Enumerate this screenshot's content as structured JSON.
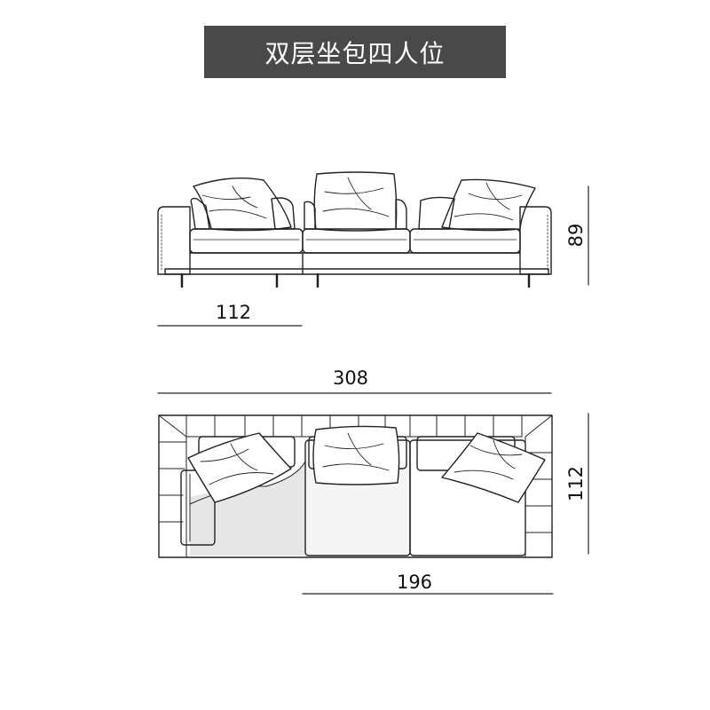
{
  "title": "双层坐包四人位",
  "colors": {
    "banner": "#4a4949",
    "line": "#222222",
    "shade": "#e6e6e6"
  },
  "dimensions": {
    "front_height": "89",
    "chaise_width": "112",
    "total_width": "308",
    "top_depth": "112",
    "seat_width": "196"
  }
}
